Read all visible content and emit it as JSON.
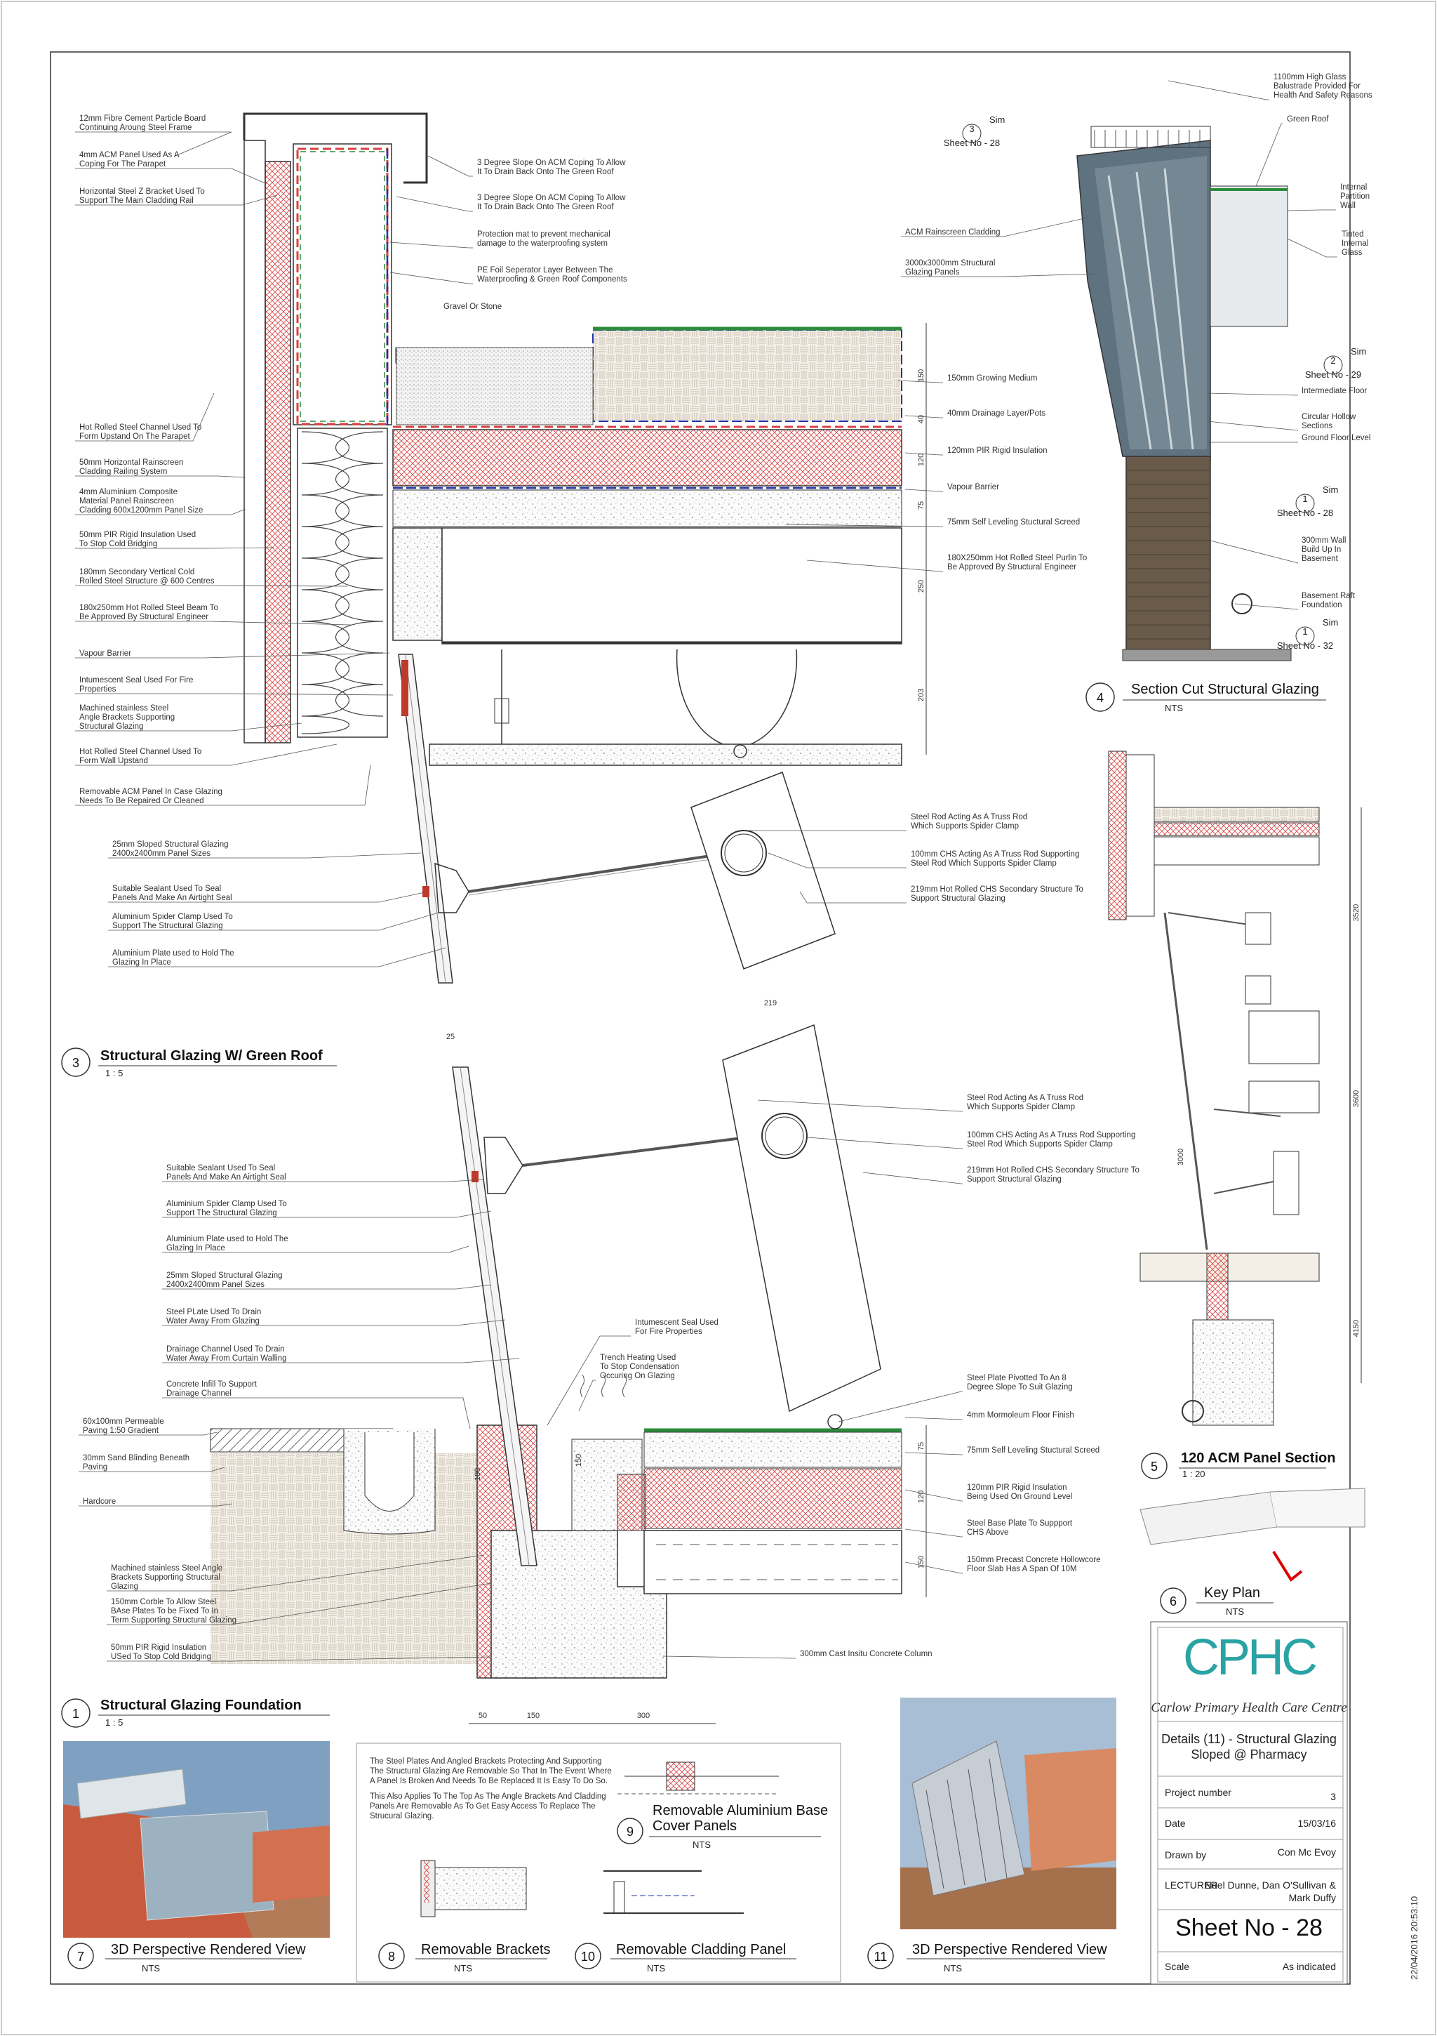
{
  "detail3": {
    "number": "3",
    "title": "Structural Glazing W/ Green Roof",
    "scale": "1 : 5",
    "left_notes": [
      "12mm Fibre Cement Particle Board|Continuing Aroung Steel Frame",
      "4mm ACM Panel Used As A|Coping For The Parapet",
      "Horizontal Steel Z Bracket Used To|Support The Main Cladding Rail",
      "Hot Rolled Steel Channel Used To|Form Upstand On The Parapet",
      "50mm Horizontal Rainscreen|Cladding Railing System",
      "4mm Aluminium Composite|Material Panel Rainscreen|Cladding 600x1200mm Panel Size",
      "50mm PIR Rigid Insulation Used|To Stop Cold Bridging",
      "180mm Secondary Vertical Cold|Rolled Steel Structure @ 600 Centres",
      "180x250mm Hot Rolled Steel Beam To|Be Approved By Structural Engineer",
      "Vapour Barrier",
      "Intumescent Seal Used For Fire|Properties",
      "Machined stainless Steel|Angle Brackets Supporting|Structural Glazing",
      "Hot Rolled Steel Channel Used To|Form Wall Upstand",
      "Removable ACM Panel In Case Glazing|Needs To Be Repaired Or Cleaned",
      "25mm Sloped Structural Glazing|2400x2400mm Panel Sizes",
      "Suitable Sealant Used To Seal|Panels And Make An Airtight Seal",
      "Aluminium Spider Clamp Used To|Support The Structural Glazing",
      "Aluminium Plate used to Hold The|Glazing In Place"
    ],
    "right_notes": [
      "3 Degree Slope On ACM Coping To Allow|It To Drain Back Onto The Green Roof",
      "3 Degree Slope On ACM Coping To Allow|It To Drain Back Onto The Green Roof",
      "Protection mat to prevent mechanical|damage to the waterproofing system",
      "PE Foil Seperator Layer Between The|Waterproofing & Green Roof Components",
      "Gravel Or Stone",
      "150mm Growing Medium",
      "40mm Drainage Layer/Pots",
      "120mm PIR Rigid Insulation",
      "Vapour Barrier",
      "75mm Self Leveling Stuctural Screed",
      "180X250mm Hot Rolled Steel Purlin To|Be Approved By Structural Engineer",
      "Steel Rod Acting As A Truss Rod|Which Supports Spider Clamp",
      "100mm CHS Acting As A Truss Rod Supporting|Steel Rod Which Supports Spider Clamp",
      "219mm Hot Rolled CHS Secondary Structure To|Support Structural Glazing"
    ],
    "dims": [
      "150",
      "40",
      "120",
      "75",
      "250",
      "203"
    ]
  },
  "detail1": {
    "number": "1",
    "title": "Structural Glazing Foundation",
    "scale": "1 : 5",
    "left_notes": [
      "Suitable Sealant Used To Seal|Panels And Make An Airtight Seal",
      "Aluminium Spider Clamp Used To|Support The Structural Glazing",
      "Aluminium Plate used to Hold The|Glazing In Place",
      "25mm Sloped Structural Glazing|2400x2400mm Panel Sizes",
      "Steel PLate Used To Drain|Water Away From Glazing",
      "Drainage Channel Used To Drain|Water Away From Curtain Walling",
      "Concrete Infill To Support|Drainage Channel",
      "60x100mm Permeable|Paving 1:50 Gradient",
      "30mm Sand Blinding Beneath|Paving",
      "Hardcore",
      "Machined stainless Steel Angle|Brackets Supporting Structural|Glazing",
      "150mm Corble To Allow Steel|BAse Plates To be Fixed To In|Term Supporting Structural Glazing",
      "50mm PIR Rigid Insulation|USed To Stop Cold Bridging"
    ],
    "mid_notes": [
      "Intumescent Seal Used|For Fire Properties",
      "Trench Heating Used|To Stop Condensation|Occuring On Glazing"
    ],
    "right_notes": [
      "Steel Rod Acting As A Truss Rod|Which Supports Spider Clamp",
      "100mm CHS Acting As A Truss Rod Supporting|Steel Rod Which Supports Spider Clamp",
      "219mm Hot Rolled CHS Secondary Structure To|Support Structural Glazing",
      "Steel Plate Pivotted To An 8|Degree Slope To Suit Glazing",
      "4mm Mormoleum Floor Finish",
      "75mm Self Leveling Stuctural Screed",
      "120mm PIR Rigid Insulation|Being Used On Ground Level",
      "Steel Base Plate To Suppport|CHS Above",
      "150mm Precast Concrete Hollowcore|Floor Slab Has A Span Of 10M",
      "300mm Cast Insitu Concrete Column"
    ],
    "dims": [
      "25",
      "219",
      "180",
      "150",
      "75",
      "120",
      "150",
      "50",
      "150",
      "300"
    ]
  },
  "detail4": {
    "number": "4",
    "title": "Section Cut Structural Glazing",
    "scale": "NTS",
    "notes": [
      "1100mm High Glass|Balustrade Provided For|Health And Safety Reasons",
      "Green Roof",
      "Internal|Partition|Wall",
      "Tinted|Internal|Glass",
      "ACM Rainscreen Cladding",
      "3000x3000mm Structural|Glazing Panels",
      "Intermediate Floor",
      "Circular Hollow|Sections",
      "Ground Floor Level",
      "300mm Wall|Build Up In|Basement",
      "Basement Raft|Foundation"
    ],
    "refs": [
      {
        "sim": "Sim",
        "num": "3",
        "sheet": "Sheet No - 28"
      },
      {
        "sim": "Sim",
        "num": "2",
        "sheet": "Sheet No - 29"
      },
      {
        "sim": "Sim",
        "num": "1",
        "sheet": "Sheet No - 28"
      },
      {
        "sim": "Sim",
        "num": "1",
        "sheet": "Sheet No - 32"
      }
    ]
  },
  "detail5": {
    "number": "5",
    "title": "120 ACM Panel Section",
    "scale": "1 : 20",
    "dims": [
      "3520",
      "3600",
      "3000",
      "4150"
    ]
  },
  "detail6": {
    "number": "6",
    "title": "Key Plan",
    "scale": "NTS"
  },
  "detail7": {
    "number": "7",
    "title": "3D Perspective Rendered View",
    "scale": "NTS"
  },
  "detail8": {
    "number": "8",
    "title": "Removable Brackets",
    "scale": "NTS"
  },
  "detail9": {
    "number": "9",
    "title": "Removable Aluminium Base|Cover Panels",
    "scale": "NTS",
    "text": [
      "The Steel Plates And Angled Brackets Protecting And Supporting",
      "The Structural Glazing Are Removable So That In The Event Where",
      "A Panel Is Broken And Needs To Be Replaced It Is Easy To Do So.",
      "This Also Applies To The Top As The Angle Brackets And Cladding",
      "Panels Are Removable As To Get Easy Access To Replace The",
      "Strucural Glazing."
    ]
  },
  "detail10": {
    "number": "10",
    "title": "Removable Cladding Panel",
    "scale": "NTS"
  },
  "detail11": {
    "number": "11",
    "title": "3D Perspective Rendered View",
    "scale": "NTS"
  },
  "title_block": {
    "logo": "CPHC",
    "org": "Carlow Primary Health Care Centre",
    "drawing_title": "Details (11) - Structural Glazing|Sloped @ Pharmacy",
    "project_number_label": "Project number",
    "project_number": "3",
    "date_label": "Date",
    "date": "15/03/16",
    "drawn_by_label": "Drawn by",
    "drawn_by": "Con Mc Evoy",
    "lecturer_label": "LECTURER",
    "lecturer": "Noel Dunne, Dan O'Sullivan &|Mark Duffy",
    "sheet": "Sheet No - 28",
    "scale_label": "Scale",
    "scale": "As indicated"
  },
  "timestamp": "22/04/2016 20:53:10",
  "colors": {
    "insulation": "#d94040",
    "glazing": "#6f7f8a",
    "green_roof": "#2c8c3c",
    "logo_teal": "#2aa3a5",
    "logo_tan": "#c49a6c"
  }
}
